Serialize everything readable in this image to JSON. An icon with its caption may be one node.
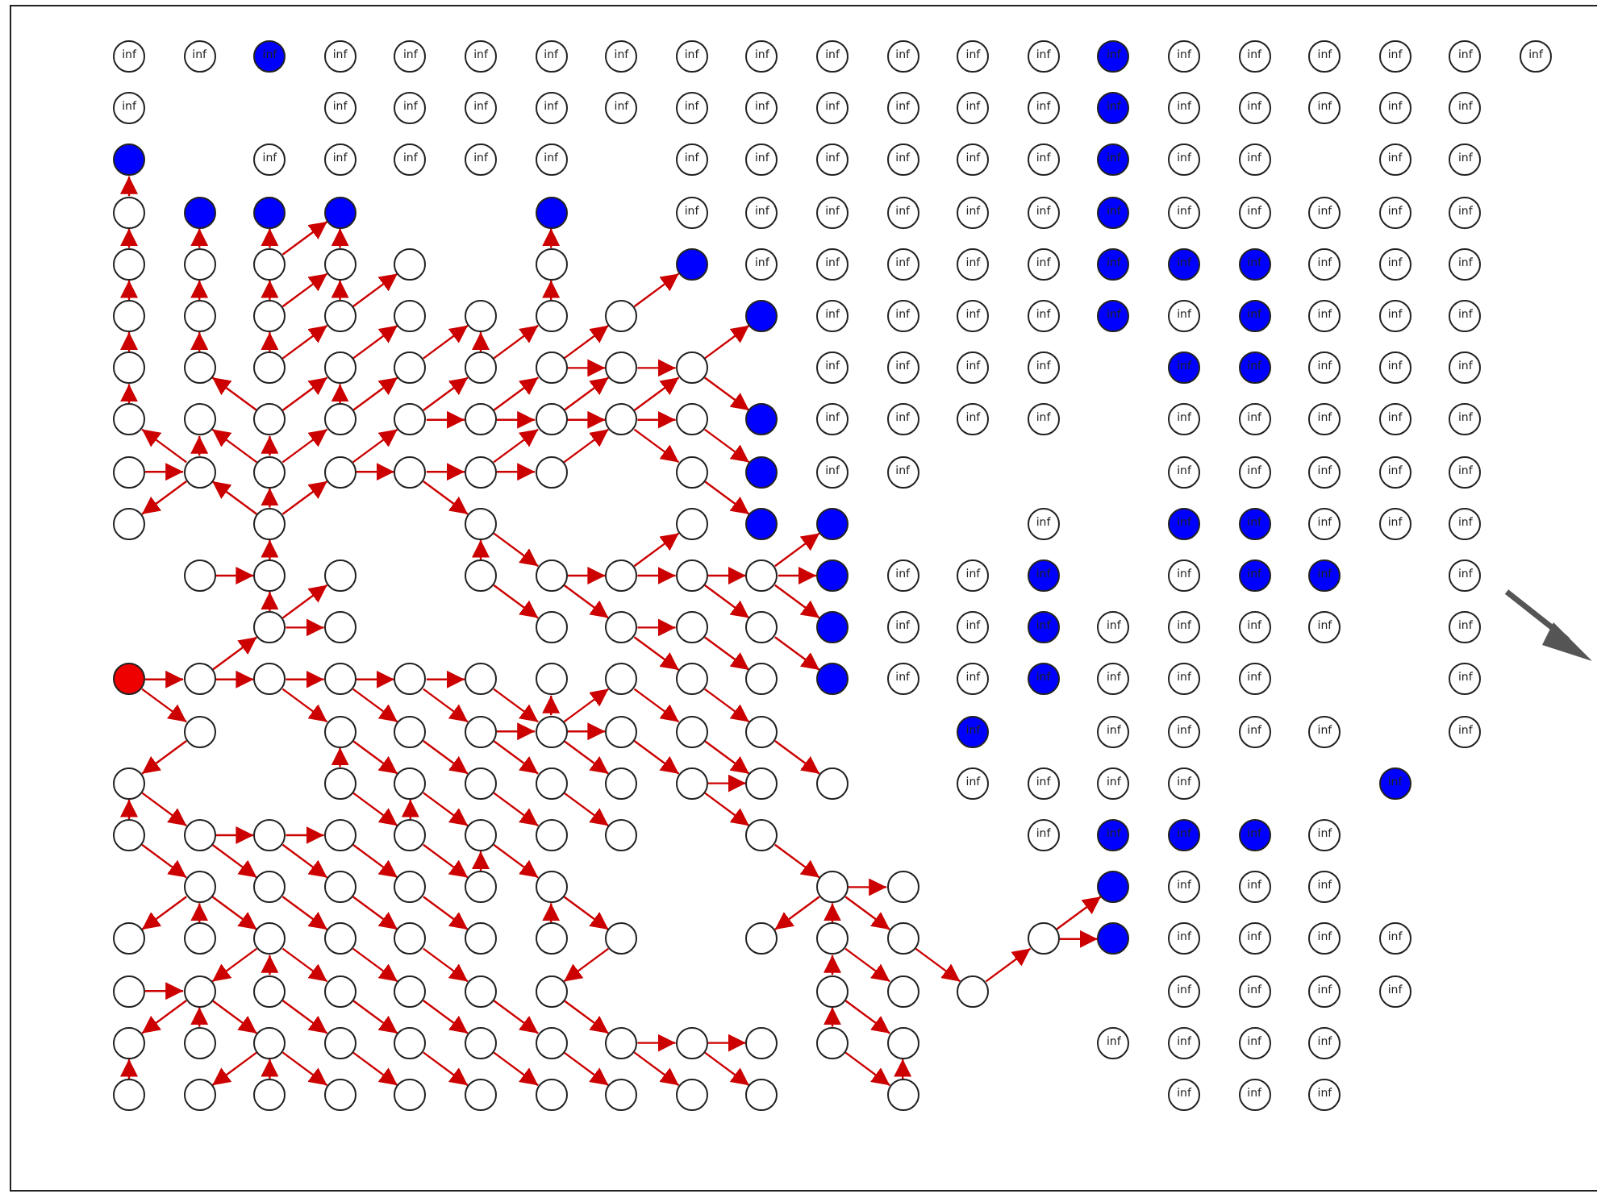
{
  "diagram": {
    "nodes": [
      {
        "text": [
          "inf"
        ]
      },
      {
        "text": [
          "inf"
        ]
      },
      {
        "text": [
          "inf"
        ]
      },
      {
        "text": [
          "inf"
        ]
      },
      {
        "text": [
          "inf"
        ]
      },
      {
        "text": [
          "inf"
        ]
      },
      {
        "text": [
          "inf"
        ]
      },
      {
        "text": [
          "inf"
        ]
      },
      {
        "text": [
          "inf"
        ]
      },
      {
        "text": [
          "inf"
        ]
      },
      {
        "text": [
          "inf"
        ]
      },
      {
        "text": [
          "inf"
        ]
      },
      {
        "text": [
          "inf"
        ]
      },
      {
        "text": [
          "inf"
        ]
      },
      {
        "text": [
          "inf"
        ]
      },
      {
        "text": [
          "inf"
        ]
      },
      {
        "text": [
          "inf"
        ]
      },
      {
        "text": [
          "inf"
        ]
      },
      {
        "text": [
          "inf"
        ]
      },
      {
        "text": [
          "inf"
        ]
      },
      {
        "text": [
          "inf"
        ]
      },
      {
        "text": [
          "inf"
        ]
      },
      {
        "text": [
          "inf"
        ]
      },
      {
        "text": [
          "inf"
        ]
      },
      {
        "text": [
          "inf"
        ]
      },
      {
        "text": [
          "inf"
        ]
      },
      {
        "text": [
          "inf"
        ]
      },
      {
        "text": [
          "inf"
        ]
      },
      {
        "text": [
          "inf"
        ]
      },
      {
        "text": [
          "inf"
        ]
      },
      {
        "text": [
          "inf"
        ]
      },
      {
        "text": [
          "inf"
        ]
      },
      {
        "text": [
          "inf"
        ]
      },
      {
        "text": [
          "inf"
        ]
      },
      {
        "text": [
          "inf"
        ]
      },
      {
        "text": [
          "inf"
        ]
      },
      {
        "text": [
          "inf"
        ]
      },
      {
        "text": [
          "inf"
        ]
      },
      {
        "text": [
          "inf"
        ]
      },
      {
        "text": [],
        "shape": "circle"
      },
      {
        "text": [
          "inf"
        ]
      },
      {
        "text": [
          "inf"
        ]
      },
      {
        "text": [
          "inf"
        ]
      },
      {
        "text": [
          "inf"
        ]
      },
      {
        "text": [
          "inf"
        ]
      },
      {
        "text": [
          "inf"
        ]
      },
      {
        "text": [
          "inf"
        ]
      },
      {
        "text": [
          "inf"
        ]
      },
      {
        "text": [
          "inf"
        ]
      },
      {
        "text": [
          "inf"
        ]
      },
      {
        "text": [
          "inf"
        ]
      },
      {
        "text": [
          "inf"
        ]
      },
      {
        "text": [
          "inf"
        ]
      },
      {
        "text": [
          "inf"
        ]
      },
      {
        "text": [
          "inf"
        ]
      },
      {
        "text": [
          "inf"
        ]
      },
      {
        "text": [],
        "shape": "circle"
      },
      {
        "text": [],
        "shape": "circle"
      },
      {
        "text": [],
        "shape": "circle"
      },
      {
        "text": [],
        "shape": "circle"
      },
      {
        "text": [],
        "shape": "circle"
      },
      {
        "text": [
          "inf"
        ]
      },
      {
        "text": [
          "inf"
        ]
      },
      {
        "text": [
          "inf"
        ]
      },
      {
        "text": [
          "inf"
        ]
      },
      {
        "text": [
          "inf"
        ]
      },
      {
        "text": [
          "inf"
        ]
      },
      {
        "text": [
          "inf"
        ]
      },
      {
        "text": [
          "inf"
        ]
      },
      {
        "text": [
          "inf"
        ]
      },
      {
        "text": [
          "inf"
        ]
      },
      {
        "text": [
          "inf"
        ]
      },
      {
        "text": [
          "inf"
        ]
      },
      {
        "text": [],
        "shape": "circle"
      },
      {
        "text": [],
        "shape": "circle"
      },
      {
        "text": [],
        "shape": "circle"
      },
      {
        "text": [],
        "shape": "circle"
      },
      {
        "text": [],
        "shape": "circle"
      },
      {
        "text": [],
        "shape": "circle"
      },
      {
        "text": [],
        "shape": "circle"
      },
      {
        "text": [
          "inf"
        ]
      },
      {
        "text": [
          "inf"
        ]
      },
      {
        "text": [
          "inf"
        ]
      },
      {
        "text": [
          "inf"
        ]
      },
      {
        "text": [
          "inf"
        ]
      },
      {
        "text": [
          "inf"
        ]
      },
      {
        "text": [
          "inf"
        ]
      },
      {
        "text": [
          "inf"
        ]
      },
      {
        "text": [
          "inf"
        ]
      },
      {
        "text": [
          "inf"
        ]
      },
      {
        "text": [
          "inf"
        ]
      },
      {
        "text": [],
        "shape": "circle"
      },
      {
        "text": [],
        "shape": "circle"
      },
      {
        "text": [],
        "shape": "circle"
      },
      {
        "text": [],
        "shape": "circle"
      },
      {
        "text": [],
        "shape": "circle"
      },
      {
        "text": [],
        "shape": "circle"
      },
      {
        "text": [],
        "shape": "circle"
      },
      {
        "text": [],
        "shape": "circle"
      },
      {
        "text": [],
        "shape": "circle"
      },
      {
        "text": [
          "inf"
        ]
      },
      {
        "text": [
          "inf"
        ]
      },
      {
        "text": [
          "inf"
        ]
      },
      {
        "text": [
          "inf"
        ]
      },
      {
        "text": [
          "inf"
        ]
      },
      {
        "text": [
          "inf"
        ]
      },
      {
        "text": [
          "inf"
        ]
      },
      {
        "text": [
          "inf"
        ]
      },
      {
        "text": [
          "inf"
        ]
      },
      {
        "text": [
          "inf"
        ]
      },
      {
        "text": [],
        "shape": "circle"
      },
      {
        "text": [],
        "shape": "circle"
      },
      {
        "text": [],
        "shape": "circle"
      },
      {
        "text": [],
        "shape": "circle"
      },
      {
        "text": [],
        "shape": "circle"
      },
      {
        "text": [],
        "shape": "circle"
      },
      {
        "text": [],
        "shape": "circle"
      },
      {
        "text": [],
        "shape": "circle"
      },
      {
        "text": [],
        "shape": "circle"
      },
      {
        "text": [
          "inf"
        ]
      },
      {
        "text": [
          "inf"
        ]
      },
      {
        "text": [
          "inf"
        ]
      },
      {
        "text": [
          "inf"
        ]
      },
      {
        "text": [
          "inf"
        ]
      },
      {
        "text": [
          "inf"
        ]
      },
      {
        "text": [
          "inf"
        ]
      },
      {
        "text": [
          "inf"
        ]
      },
      {
        "text": [
          "inf"
        ]
      },
      {
        "text": [],
        "shape": "circle"
      },
      {
        "text": [],
        "shape": "circle"
      },
      {
        "text": [],
        "shape": "circle"
      },
      {
        "text": [],
        "shape": "circle"
      },
      {
        "text": [],
        "shape": "circle"
      },
      {
        "text": [],
        "shape": "circle"
      },
      {
        "text": [],
        "shape": "circle"
      },
      {
        "text": [],
        "shape": "circle"
      },
      {
        "text": [],
        "shape": "circle"
      },
      {
        "text": [],
        "shape": "circle"
      },
      {
        "text": [
          "inf"
        ]
      },
      {
        "text": [
          "inf"
        ]
      },
      {
        "text": [
          "inf"
        ]
      },
      {
        "text": [
          "inf"
        ]
      },
      {
        "text": [
          "inf"
        ]
      },
      {
        "text": [
          "inf"
        ]
      },
      {
        "text": [
          "inf"
        ]
      },
      {
        "text": [
          "inf"
        ]
      },
      {
        "text": [
          "inf"
        ]
      },
      {
        "text": [],
        "shape": "circle"
      },
      {
        "text": [],
        "shape": "circle"
      },
      {
        "text": [],
        "shape": "circle"
      },
      {
        "text": [],
        "shape": "circle"
      },
      {
        "text": [],
        "shape": "circle"
      },
      {
        "text": [],
        "shape": "circle"
      },
      {
        "text": [],
        "shape": "circle"
      },
      {
        "text": [],
        "shape": "circle"
      },
      {
        "text": [],
        "shape": "circle"
      },
      {
        "text": [
          "inf"
        ]
      },
      {
        "text": [
          "inf"
        ]
      },
      {
        "text": [
          "inf"
        ]
      },
      {
        "text": [
          "inf"
        ]
      },
      {
        "text": [
          "inf"
        ]
      },
      {
        "text": [
          "inf"
        ]
      },
      {
        "text": [
          "inf"
        ]
      },
      {
        "text": [],
        "shape": "circle"
      },
      {
        "text": [],
        "shape": "circle"
      },
      {
        "text": [],
        "shape": "circle"
      },
      {
        "text": [],
        "shape": "circle"
      },
      {
        "text": [],
        "shape": "circle"
      },
      {
        "text": [],
        "shape": "circle"
      },
      {
        "text": [
          "inf"
        ]
      },
      {
        "text": [
          "inf"
        ]
      },
      {
        "text": [
          "inf"
        ]
      },
      {
        "text": [
          "inf"
        ]
      },
      {
        "text": [
          "inf"
        ]
      },
      {
        "text": [
          "inf"
        ]
      },
      {
        "text": [],
        "shape": "circle"
      },
      {
        "text": [],
        "shape": "circle"
      },
      {
        "text": [],
        "shape": "circle"
      },
      {
        "text": [],
        "shape": "circle"
      },
      {
        "text": [],
        "shape": "circle"
      },
      {
        "text": [],
        "shape": "circle"
      },
      {
        "text": [],
        "shape": "circle"
      },
      {
        "text": [],
        "shape": "circle"
      },
      {
        "text": [],
        "shape": "circle"
      },
      {
        "text": [
          "inf"
        ]
      },
      {
        "text": [
          "inf"
        ]
      },
      {
        "text": [
          "inf"
        ]
      },
      {
        "text": [
          "inf"
        ]
      },
      {
        "text": [
          "inf"
        ]
      },
      {
        "text": [
          "inf"
        ]
      },
      {
        "text": [
          "inf"
        ]
      },
      {
        "text": [],
        "shape": "circle"
      },
      {
        "text": [],
        "shape": "circle"
      },
      {
        "text": [],
        "shape": "circle"
      },
      {
        "text": [],
        "shape": "circle"
      },
      {
        "text": [],
        "shape": "circle"
      },
      {
        "text": [],
        "shape": "circle"
      },
      {
        "text": [],
        "shape": "circle"
      },
      {
        "text": [
          "inf"
        ]
      },
      {
        "text": [
          "inf"
        ]
      },
      {
        "text": [
          "inf"
        ]
      },
      {
        "text": [
          "inf"
        ]
      },
      {
        "text": [
          "inf"
        ]
      },
      {
        "text": [
          "inf"
        ]
      },
      {
        "text": [
          "inf"
        ]
      },
      {
        "text": [
          "inf"
        ]
      },
      {
        "text": [],
        "shape": "circle"
      },
      {
        "text": [],
        "shape": "circle"
      },
      {
        "text": [],
        "shape": "circle"
      },
      {
        "text": [],
        "shape": "circle"
      },
      {
        "text": [],
        "shape": "circle"
      },
      {
        "text": [],
        "shape": "circle"
      },
      {
        "text": [],
        "shape": "circle"
      },
      {
        "text": [],
        "shape": "circle"
      },
      {
        "text": [],
        "shape": "circle"
      },
      {
        "text": [],
        "shape": "circle"
      },
      {
        "text": [],
        "shape": "circle"
      },
      {
        "text": [
          "inf"
        ]
      },
      {
        "text": [
          "inf"
        ]
      },
      {
        "text": [
          "inf"
        ]
      },
      {
        "text": [
          "inf"
        ]
      },
      {
        "text": [
          "inf"
        ]
      },
      {
        "text": [
          "inf"
        ]
      },
      {
        "text": [
          "inf"
        ]
      },
      {
        "text": [],
        "shape": "circle"
      },
      {
        "text": [],
        "shape": "circle"
      },
      {
        "text": [],
        "shape": "circle"
      },
      {
        "text": [],
        "shape": "circle"
      },
      {
        "text": [],
        "shape": "circle"
      },
      {
        "text": [],
        "shape": "circle"
      },
      {
        "text": [],
        "shape": "circle"
      },
      {
        "text": [],
        "shape": "circle"
      },
      {
        "text": [
          "inf"
        ]
      },
      {
        "text": [
          "inf"
        ]
      },
      {
        "text": [
          "inf"
        ]
      },
      {
        "text": [
          "inf"
        ]
      },
      {
        "text": [
          "inf"
        ]
      },
      {
        "text": [
          "inf"
        ]
      },
      {
        "text": [],
        "shape": "circle"
      },
      {
        "text": [],
        "shape": "circle"
      },
      {
        "text": [],
        "shape": "circle"
      },
      {
        "text": [],
        "shape": "circle"
      },
      {
        "text": [],
        "shape": "circle"
      },
      {
        "text": [],
        "shape": "circle"
      },
      {
        "text": [],
        "shape": "circle"
      },
      {
        "text": [],
        "shape": "circle"
      },
      {
        "text": [],
        "shape": "circle"
      },
      {
        "text": [
          "inf"
        ]
      },
      {
        "text": [
          "inf"
        ]
      },
      {
        "text": [
          "inf"
        ]
      },
      {
        "text": [
          "inf"
        ]
      },
      {
        "text": [
          "inf"
        ]
      },
      {
        "text": [],
        "shape": "circle"
      },
      {
        "text": [],
        "shape": "circle"
      },
      {
        "text": [],
        "shape": "circle"
      },
      {
        "text": [],
        "shape": "circle"
      },
      {
        "text": [],
        "shape": "circle"
      },
      {
        "text": [],
        "shape": "circle"
      },
      {
        "text": [],
        "shape": "circle"
      },
      {
        "text": [],
        "shape": "circle"
      },
      {
        "text": [],
        "shape": "circle"
      },
      {
        "text": [
          "inf"
        ]
      },
      {
        "text": [
          "inf"
        ]
      },
      {
        "text": [
          "inf"
        ]
      },
      {
        "text": [
          "inf"
        ]
      },
      {
        "text": [
          "inf"
        ]
      },
      {
        "text": [],
        "shape": "circle"
      },
      {
        "text": [],
        "shape": "circle"
      },
      {
        "text": [],
        "shape": "circle"
      },
      {
        "text": [],
        "shape": "circle"
      },
      {
        "text": [],
        "shape": "circle"
      },
      {
        "text": [],
        "shape": "circle"
      },
      {
        "text": [],
        "shape": "circle"
      },
      {
        "text": [],
        "shape": "circle"
      },
      {
        "text": [],
        "shape": "circle"
      },
      {
        "text": [
          "inf"
        ]
      },
      {
        "text": [
          "inf"
        ]
      },
      {
        "text": [
          "inf"
        ]
      },
      {
        "text": [],
        "shape": "circle"
      },
      {
        "text": [],
        "shape": "circle"
      },
      {
        "text": [],
        "shape": "circle"
      },
      {
        "text": [],
        "shape": "circle"
      },
      {
        "text": [],
        "shape": "circle"
      },
      {
        "text": [],
        "shape": "circle"
      },
      {
        "text": [],
        "shape": "circle"
      },
      {
        "text": [],
        "shape": "circle"
      },
      {
        "text": [],
        "shape": "circle"
      },
      {
        "text": [],
        "shape": "circle"
      },
      {
        "text": [],
        "shape": "circle"
      },
      {
        "text": [],
        "shape": "circle"
      },
      {
        "text": [],
        "shape": "circle"
      },
      {
        "text": [
          "inf"
        ]
      },
      {
        "text": [
          "inf"
        ]
      },
      {
        "text": [
          "inf"
        ]
      },
      {
        "text": [
          "inf"
        ]
      },
      {
        "text": [],
        "shape": "circle"
      },
      {
        "text": [],
        "shape": "circle"
      },
      {
        "text": [],
        "shape": "circle"
      },
      {
        "text": [],
        "shape": "circle"
      },
      {
        "text": [],
        "shape": "circle"
      },
      {
        "text": [],
        "shape": "circle"
      },
      {
        "text": [],
        "shape": "circle"
      },
      {
        "text": [],
        "shape": "circle"
      },
      {
        "text": [],
        "shape": "circle"
      },
      {
        "text": [],
        "shape": "circle"
      },
      {
        "text": [
          "inf"
        ]
      },
      {
        "text": [
          "inf"
        ]
      },
      {
        "text": [
          "inf"
        ]
      },
      {
        "text": [
          "inf"
        ]
      },
      {
        "text": [],
        "shape": "circle"
      },
      {
        "text": [],
        "shape": "circle"
      },
      {
        "text": [],
        "shape": "circle"
      },
      {
        "text": [],
        "shape": "circle"
      },
      {
        "text": [],
        "shape": "circle"
      },
      {
        "text": [],
        "shape": "circle"
      },
      {
        "text": [],
        "shape": "circle"
      },
      {
        "text": [],
        "shape": "circle"
      },
      {
        "text": [],
        "shape": "circle"
      },
      {
        "text": [],
        "shape": "circle"
      },
      {
        "text": [],
        "shape": "circle"
      },
      {
        "text": [],
        "shape": "circle"
      },
      {
        "text": [
          "inf"
        ]
      },
      {
        "text": [
          "inf"
        ]
      },
      {
        "text": [
          "inf"
        ]
      },
      {
        "text": [
          "inf"
        ]
      },
      {
        "text": [],
        "shape": "circle"
      },
      {
        "text": [],
        "shape": "circle"
      },
      {
        "text": [],
        "shape": "circle"
      },
      {
        "text": [],
        "shape": "circle"
      },
      {
        "text": [],
        "shape": "circle"
      },
      {
        "text": [],
        "shape": "circle"
      },
      {
        "text": [],
        "shape": "circle"
      },
      {
        "text": [],
        "shape": "circle"
      },
      {
        "text": [],
        "shape": "circle"
      },
      {
        "text": [],
        "shape": "circle"
      },
      {
        "text": [],
        "shape": "circle"
      },
      {
        "text": [
          "inf"
        ]
      },
      {
        "text": [
          "inf"
        ]
      },
      {
        "text": [
          "inf"
        ]
      }
    ],
    "edges": [
      {
        "from": 56,
        "to": 39,
        "arrow": "to"
      },
      {
        "from": 73,
        "to": 56,
        "arrow": "to"
      },
      {
        "from": 74,
        "to": 57,
        "arrow": "to"
      },
      {
        "from": 75,
        "to": 58,
        "arrow": "to"
      },
      {
        "from": 76,
        "to": 59,
        "arrow": "to"
      },
      {
        "from": 78,
        "to": 60,
        "arrow": "to"
      },
      {
        "from": 75,
        "to": 59,
        "arrow": "to"
      },
      {
        "from": 91,
        "to": 73,
        "arrow": "to"
      },
      {
        "from": 92,
        "to": 74,
        "arrow": "to"
      },
      {
        "from": 93,
        "to": 75,
        "arrow": "to"
      },
      {
        "from": 94,
        "to": 76,
        "arrow": "to"
      },
      {
        "from": 97,
        "to": 78,
        "arrow": "to"
      },
      {
        "from": 93,
        "to": 76,
        "arrow": "to"
      },
      {
        "from": 94,
        "to": 77,
        "arrow": "to"
      },
      {
        "from": 98,
        "to": 79,
        "arrow": "to"
      },
      {
        "from": 110,
        "to": 91,
        "arrow": "to"
      },
      {
        "from": 111,
        "to": 92,
        "arrow": "to"
      },
      {
        "from": 112,
        "to": 93,
        "arrow": "to"
      },
      {
        "from": 115,
        "to": 96,
        "arrow": "to"
      },
      {
        "from": 112,
        "to": 94,
        "arrow": "to"
      },
      {
        "from": 113,
        "to": 95,
        "arrow": "to"
      },
      {
        "from": 114,
        "to": 96,
        "arrow": "to"
      },
      {
        "from": 115,
        "to": 97,
        "arrow": "to"
      },
      {
        "from": 116,
        "to": 98,
        "arrow": "to"
      },
      {
        "from": 118,
        "to": 99,
        "arrow": "to"
      },
      {
        "from": 116,
        "to": 117,
        "arrow": "to"
      },
      {
        "from": 117,
        "to": 118,
        "arrow": "to"
      },
      {
        "from": 118,
        "to": 137,
        "arrow": "to"
      },
      {
        "from": 128,
        "to": 110,
        "arrow": "to"
      },
      {
        "from": 131,
        "to": 113,
        "arrow": "to"
      },
      {
        "from": 130,
        "to": 111,
        "arrow": "to"
      },
      {
        "from": 130,
        "to": 113,
        "arrow": "to"
      },
      {
        "from": 131,
        "to": 114,
        "arrow": "to"
      },
      {
        "from": 132,
        "to": 115,
        "arrow": "to"
      },
      {
        "from": 133,
        "to": 116,
        "arrow": "to"
      },
      {
        "from": 134,
        "to": 117,
        "arrow": "to"
      },
      {
        "from": 135,
        "to": 118,
        "arrow": "to"
      },
      {
        "from": 135,
        "to": 154,
        "arrow": "to"
      },
      {
        "from": 136,
        "to": 155,
        "arrow": "to"
      },
      {
        "from": 132,
        "to": 133,
        "arrow": "to"
      },
      {
        "from": 133,
        "to": 134,
        "arrow": "to"
      },
      {
        "from": 134,
        "to": 135,
        "arrow": "to"
      },
      {
        "from": 135,
        "to": 136,
        "arrow": "to"
      },
      {
        "from": 148,
        "to": 129,
        "arrow": "to"
      },
      {
        "from": 149,
        "to": 130,
        "arrow": "to"
      },
      {
        "from": 148,
        "to": 128,
        "arrow": "to"
      },
      {
        "from": 149,
        "to": 129,
        "arrow": "to"
      },
      {
        "from": 149,
        "to": 131,
        "arrow": "to"
      },
      {
        "from": 150,
        "to": 132,
        "arrow": "to"
      },
      {
        "from": 152,
        "to": 134,
        "arrow": "to"
      },
      {
        "from": 153,
        "to": 135,
        "arrow": "to"
      },
      {
        "from": 148,
        "to": 163,
        "arrow": "to"
      },
      {
        "from": 151,
        "to": 165,
        "arrow": "to"
      },
      {
        "from": 154,
        "to": 167,
        "arrow": "to"
      },
      {
        "from": 147,
        "to": 148,
        "arrow": "to"
      },
      {
        "from": 150,
        "to": 151,
        "arrow": "to"
      },
      {
        "from": 151,
        "to": 152,
        "arrow": "to"
      },
      {
        "from": 152,
        "to": 153,
        "arrow": "to"
      },
      {
        "from": 164,
        "to": 149,
        "arrow": "to"
      },
      {
        "from": 164,
        "to": 148,
        "arrow": "to"
      },
      {
        "from": 164,
        "to": 150,
        "arrow": "to"
      },
      {
        "from": 165,
        "to": 179,
        "arrow": "to"
      },
      {
        "from": 176,
        "to": 164,
        "arrow": "to"
      },
      {
        "from": 178,
        "to": 165,
        "arrow": "to"
      },
      {
        "from": 175,
        "to": 176,
        "arrow": "to"
      },
      {
        "from": 179,
        "to": 180,
        "arrow": "to"
      },
      {
        "from": 180,
        "to": 181,
        "arrow": "to"
      },
      {
        "from": 181,
        "to": 182,
        "arrow": "to"
      },
      {
        "from": 182,
        "to": 183,
        "arrow": "to"
      },
      {
        "from": 180,
        "to": 166,
        "arrow": "to"
      },
      {
        "from": 182,
        "to": 168,
        "arrow": "to"
      },
      {
        "from": 181,
        "to": 196,
        "arrow": "to"
      },
      {
        "from": 182,
        "to": 197,
        "arrow": "to"
      },
      {
        "from": 178,
        "to": 193,
        "arrow": "to"
      },
      {
        "from": 179,
        "to": 194,
        "arrow": "to"
      },
      {
        "from": 191,
        "to": 176,
        "arrow": "to"
      },
      {
        "from": 191,
        "to": 177,
        "arrow": "to"
      },
      {
        "from": 191,
        "to": 192,
        "arrow": "to"
      },
      {
        "from": 194,
        "to": 195,
        "arrow": "to"
      },
      {
        "from": 194,
        "to": 214,
        "arrow": "to"
      },
      {
        "from": 195,
        "to": 215,
        "arrow": "to"
      },
      {
        "from": 196,
        "to": 216,
        "arrow": "to"
      },
      {
        "from": 207,
        "to": 191,
        "arrow": "to"
      },
      {
        "from": 206,
        "to": 224,
        "arrow": "to"
      },
      {
        "from": 206,
        "to": 207,
        "arrow": "to"
      },
      {
        "from": 207,
        "to": 208,
        "arrow": "to"
      },
      {
        "from": 208,
        "to": 209,
        "arrow": "to"
      },
      {
        "from": 209,
        "to": 210,
        "arrow": "to"
      },
      {
        "from": 210,
        "to": 211,
        "arrow": "to"
      },
      {
        "from": 208,
        "to": 225,
        "arrow": "to"
      },
      {
        "from": 209,
        "to": 226,
        "arrow": "to"
      },
      {
        "from": 210,
        "to": 227,
        "arrow": "to"
      },
      {
        "from": 211,
        "to": 228,
        "arrow": "to"
      },
      {
        "from": 213,
        "to": 230,
        "arrow": "to"
      },
      {
        "from": 214,
        "to": 231,
        "arrow": "to"
      },
      {
        "from": 228,
        "to": 212,
        "arrow": "to"
      },
      {
        "from": 228,
        "to": 213,
        "arrow": "to"
      },
      {
        "from": 227,
        "to": 228,
        "arrow": "to"
      },
      {
        "from": 228,
        "to": 229,
        "arrow": "to"
      },
      {
        "from": 224,
        "to": 238,
        "arrow": "to"
      },
      {
        "from": 225,
        "to": 240,
        "arrow": "to"
      },
      {
        "from": 226,
        "to": 241,
        "arrow": "to"
      },
      {
        "from": 227,
        "to": 242,
        "arrow": "to"
      },
      {
        "from": 228,
        "to": 243,
        "arrow": "to"
      },
      {
        "from": 229,
        "to": 244,
        "arrow": "to"
      },
      {
        "from": 230,
        "to": 245,
        "arrow": "to"
      },
      {
        "from": 231,
        "to": 246,
        "arrow": "to"
      },
      {
        "from": 239,
        "to": 225,
        "arrow": "to"
      },
      {
        "from": 238,
        "to": 253,
        "arrow": "to"
      },
      {
        "from": 239,
        "to": 256,
        "arrow": "to"
      },
      {
        "from": 240,
        "to": 257,
        "arrow": "to"
      },
      {
        "from": 241,
        "to": 258,
        "arrow": "to"
      },
      {
        "from": 242,
        "to": 259,
        "arrow": "to"
      },
      {
        "from": 244,
        "to": 260,
        "arrow": "to"
      },
      {
        "from": 252,
        "to": 238,
        "arrow": "to"
      },
      {
        "from": 256,
        "to": 240,
        "arrow": "to"
      },
      {
        "from": 244,
        "to": 245,
        "arrow": "to"
      },
      {
        "from": 253,
        "to": 254,
        "arrow": "to"
      },
      {
        "from": 254,
        "to": 255,
        "arrow": "to"
      },
      {
        "from": 252,
        "to": 266,
        "arrow": "to"
      },
      {
        "from": 253,
        "to": 267,
        "arrow": "to"
      },
      {
        "from": 254,
        "to": 268,
        "arrow": "to"
      },
      {
        "from": 255,
        "to": 269,
        "arrow": "to"
      },
      {
        "from": 256,
        "to": 270,
        "arrow": "to"
      },
      {
        "from": 257,
        "to": 271,
        "arrow": "to"
      },
      {
        "from": 260,
        "to": 272,
        "arrow": "to"
      },
      {
        "from": 270,
        "to": 257,
        "arrow": "to"
      },
      {
        "from": 266,
        "to": 278,
        "arrow": "to"
      },
      {
        "from": 266,
        "to": 280,
        "arrow": "to"
      },
      {
        "from": 267,
        "to": 281,
        "arrow": "to"
      },
      {
        "from": 268,
        "to": 282,
        "arrow": "to"
      },
      {
        "from": 269,
        "to": 283,
        "arrow": "to"
      },
      {
        "from": 271,
        "to": 285,
        "arrow": "to"
      },
      {
        "from": 272,
        "to": 286,
        "arrow": "to"
      },
      {
        "from": 272,
        "to": 288,
        "arrow": "to"
      },
      {
        "from": 279,
        "to": 266,
        "arrow": "to"
      },
      {
        "from": 284,
        "to": 271,
        "arrow": "to"
      },
      {
        "from": 287,
        "to": 272,
        "arrow": "to"
      },
      {
        "from": 272,
        "to": 273,
        "arrow": "to"
      },
      {
        "from": 289,
        "to": 274,
        "arrow": "to"
      },
      {
        "from": 289,
        "to": 290,
        "arrow": "to"
      },
      {
        "from": 280,
        "to": 296,
        "arrow": "to"
      },
      {
        "from": 280,
        "to": 298,
        "arrow": "to"
      },
      {
        "from": 281,
        "to": 299,
        "arrow": "to"
      },
      {
        "from": 282,
        "to": 300,
        "arrow": "to"
      },
      {
        "from": 285,
        "to": 301,
        "arrow": "to"
      },
      {
        "from": 287,
        "to": 303,
        "arrow": "to"
      },
      {
        "from": 288,
        "to": 304,
        "arrow": "to"
      },
      {
        "from": 297,
        "to": 280,
        "arrow": "to"
      },
      {
        "from": 302,
        "to": 287,
        "arrow": "to"
      },
      {
        "from": 304,
        "to": 289,
        "arrow": "to"
      },
      {
        "from": 295,
        "to": 296,
        "arrow": "to"
      },
      {
        "from": 296,
        "to": 309,
        "arrow": "to"
      },
      {
        "from": 296,
        "to": 311,
        "arrow": "to"
      },
      {
        "from": 297,
        "to": 312,
        "arrow": "to"
      },
      {
        "from": 298,
        "to": 313,
        "arrow": "to"
      },
      {
        "from": 299,
        "to": 314,
        "arrow": "to"
      },
      {
        "from": 300,
        "to": 315,
        "arrow": "to"
      },
      {
        "from": 301,
        "to": 316,
        "arrow": "to"
      },
      {
        "from": 302,
        "to": 320,
        "arrow": "to"
      },
      {
        "from": 310,
        "to": 296,
        "arrow": "to"
      },
      {
        "from": 319,
        "to": 302,
        "arrow": "to"
      },
      {
        "from": 316,
        "to": 317,
        "arrow": "to"
      },
      {
        "from": 317,
        "to": 318,
        "arrow": "to"
      },
      {
        "from": 311,
        "to": 326,
        "arrow": "to"
      },
      {
        "from": 311,
        "to": 328,
        "arrow": "to"
      },
      {
        "from": 312,
        "to": 329,
        "arrow": "to"
      },
      {
        "from": 313,
        "to": 330,
        "arrow": "to"
      },
      {
        "from": 314,
        "to": 331,
        "arrow": "to"
      },
      {
        "from": 315,
        "to": 332,
        "arrow": "to"
      },
      {
        "from": 316,
        "to": 333,
        "arrow": "to"
      },
      {
        "from": 317,
        "to": 334,
        "arrow": "to"
      },
      {
        "from": 319,
        "to": 335,
        "arrow": "to"
      },
      {
        "from": 325,
        "to": 309,
        "arrow": "to"
      },
      {
        "from": 327,
        "to": 311,
        "arrow": "to"
      },
      {
        "from": 335,
        "to": 320,
        "arrow": "to"
      }
    ]
  }
}
